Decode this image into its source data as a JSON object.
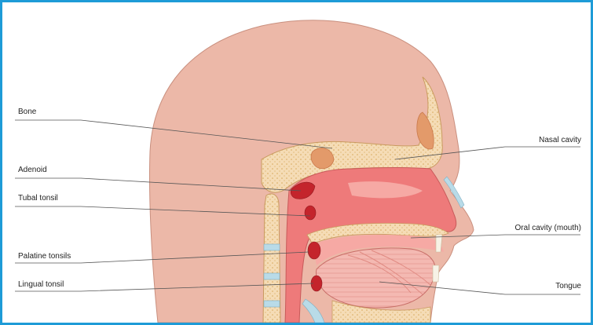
{
  "labels": {
    "bone": "Bone",
    "adenoid": "Adenoid",
    "tubal_tonsil": "Tubal tonsil",
    "palatine_tonsils": "Palatine tonsils",
    "lingual_tonsil": "Lingual tonsil",
    "nasal_cavity": "Nasal cavity",
    "oral_cavity": "Oral cavity (mouth)",
    "tongue": "Tongue"
  },
  "colors": {
    "frame_border": "#1e9bd7",
    "skin": "#ecb8a8",
    "skin_dark": "#d99a88",
    "bone": "#f5dcb6",
    "bone_dots": "#d7a85a",
    "cavity": "#ee7a7a",
    "cavity_light": "#f6a9a4",
    "tonsil": "#c4242c",
    "cartilage": "#b9dbe8",
    "leader_line": "#555555"
  }
}
